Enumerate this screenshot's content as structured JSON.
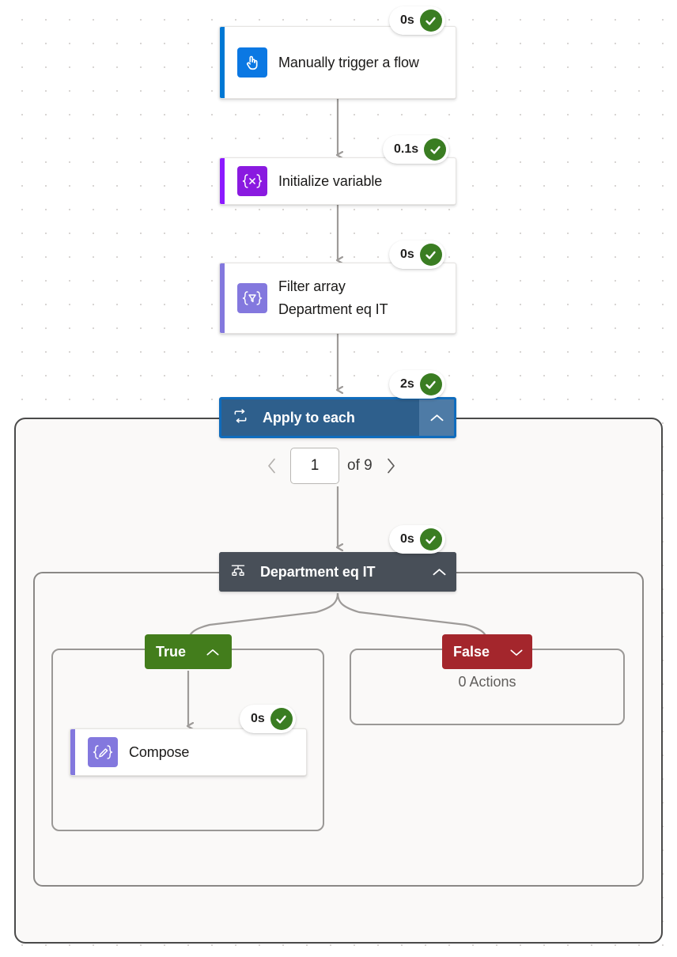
{
  "canvas": {
    "grid": true,
    "background": "#ffffff",
    "dot_color": "#d8d5d3"
  },
  "flow": {
    "trigger": {
      "title": "Manually trigger a flow",
      "icon": "tap-finger-icon",
      "accent": "#0078d4",
      "glyph_bg": "#0b78e3",
      "status": {
        "duration": "0s",
        "state": "succeeded"
      }
    },
    "actions": [
      {
        "id": "initialize-variable",
        "title": "Initialize variable",
        "icon": "variable-braces-icon",
        "accent": "#8c1aff",
        "glyph_bg": "#8a1ae0",
        "status": {
          "duration": "0.1s",
          "state": "succeeded"
        }
      },
      {
        "id": "filter-array",
        "title": "Filter array\nDepartment eq IT",
        "title_line1": "Filter array",
        "title_line2": "Department eq IT",
        "icon": "filter-funnel-icon",
        "accent": "#8378de",
        "glyph_bg": "#8378de",
        "status": {
          "duration": "0s",
          "state": "succeeded"
        }
      }
    ],
    "apply_to_each": {
      "title": "Apply to each",
      "icon": "loop-icon",
      "collapse_icon": "chevron-up-icon",
      "selected": true,
      "header_bg": "#2e5f8c",
      "selection_border": "#0f6cbd",
      "status": {
        "duration": "2s",
        "state": "succeeded"
      },
      "pager": {
        "prev_icon": "chevron-left-icon",
        "next_icon": "chevron-right-icon",
        "current": "1",
        "of_label": "of 9",
        "total": 9
      }
    },
    "condition": {
      "title": "Department eq IT",
      "icon": "condition-branch-icon",
      "collapse_icon": "chevron-up-icon",
      "header_bg": "#484f58",
      "status": {
        "duration": "0s",
        "state": "succeeded"
      },
      "branches": {
        "true": {
          "label": "True",
          "color": "#437d1c",
          "chevron": "chevron-up-icon",
          "expanded": true,
          "actions": [
            {
              "id": "compose",
              "title": "Compose",
              "icon": "compose-pencil-icon",
              "accent": "#8378de",
              "glyph_bg": "#8378de",
              "status": {
                "duration": "0s",
                "state": "succeeded"
              }
            }
          ]
        },
        "false": {
          "label": "False",
          "color": "#a4262c",
          "chevron": "chevron-down-icon",
          "expanded": false,
          "empty_label": "0 Actions",
          "actions": []
        }
      }
    }
  }
}
